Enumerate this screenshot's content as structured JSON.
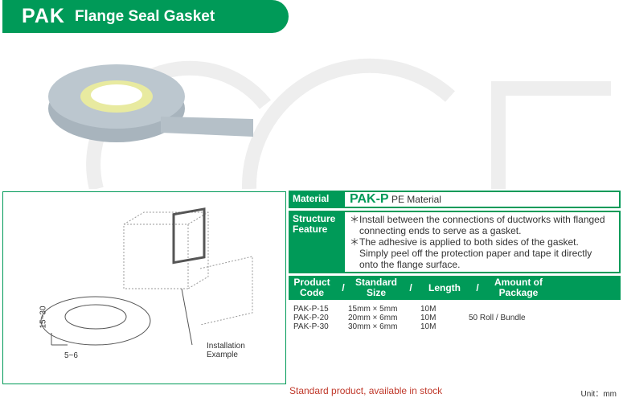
{
  "banner": {
    "brand": "PAK",
    "title": "Flange Seal Gasket"
  },
  "illustration": {
    "dim_height": "15~30",
    "dim_width": "5~6",
    "caption_line1": "Installation",
    "caption_line2": "Example"
  },
  "material": {
    "label": "Material",
    "code": "PAK-P",
    "text": "PE Material"
  },
  "structure": {
    "label1": "Structure",
    "label2": "Feature",
    "lines": [
      "＊Install between the connections of ductworks with flanged",
      "connecting ends to serve as a gasket.",
      "＊The adhesive is applied to both sides of the gasket.",
      "Simply peel off the protection paper and tape it directly",
      "onto the flange surface."
    ]
  },
  "table": {
    "headers": [
      [
        "Product",
        "Code"
      ],
      [
        "Standard",
        "Size"
      ],
      [
        "Length",
        ""
      ],
      [
        "Amount of",
        "Package"
      ]
    ],
    "sep": "/",
    "codes": [
      "PAK-P-15",
      "PAK-P-20",
      "PAK-P-30"
    ],
    "sizes": [
      "15mm × 5mm",
      "20mm × 6mm",
      "30mm × 6mm"
    ],
    "lengths": [
      "10M",
      "10M",
      "10M"
    ],
    "package": "50 Roll / Bundle"
  },
  "footer": {
    "note": "Standard product, available in stock",
    "unit": "Unit：mm"
  },
  "colors": {
    "brand": "#009a58"
  }
}
